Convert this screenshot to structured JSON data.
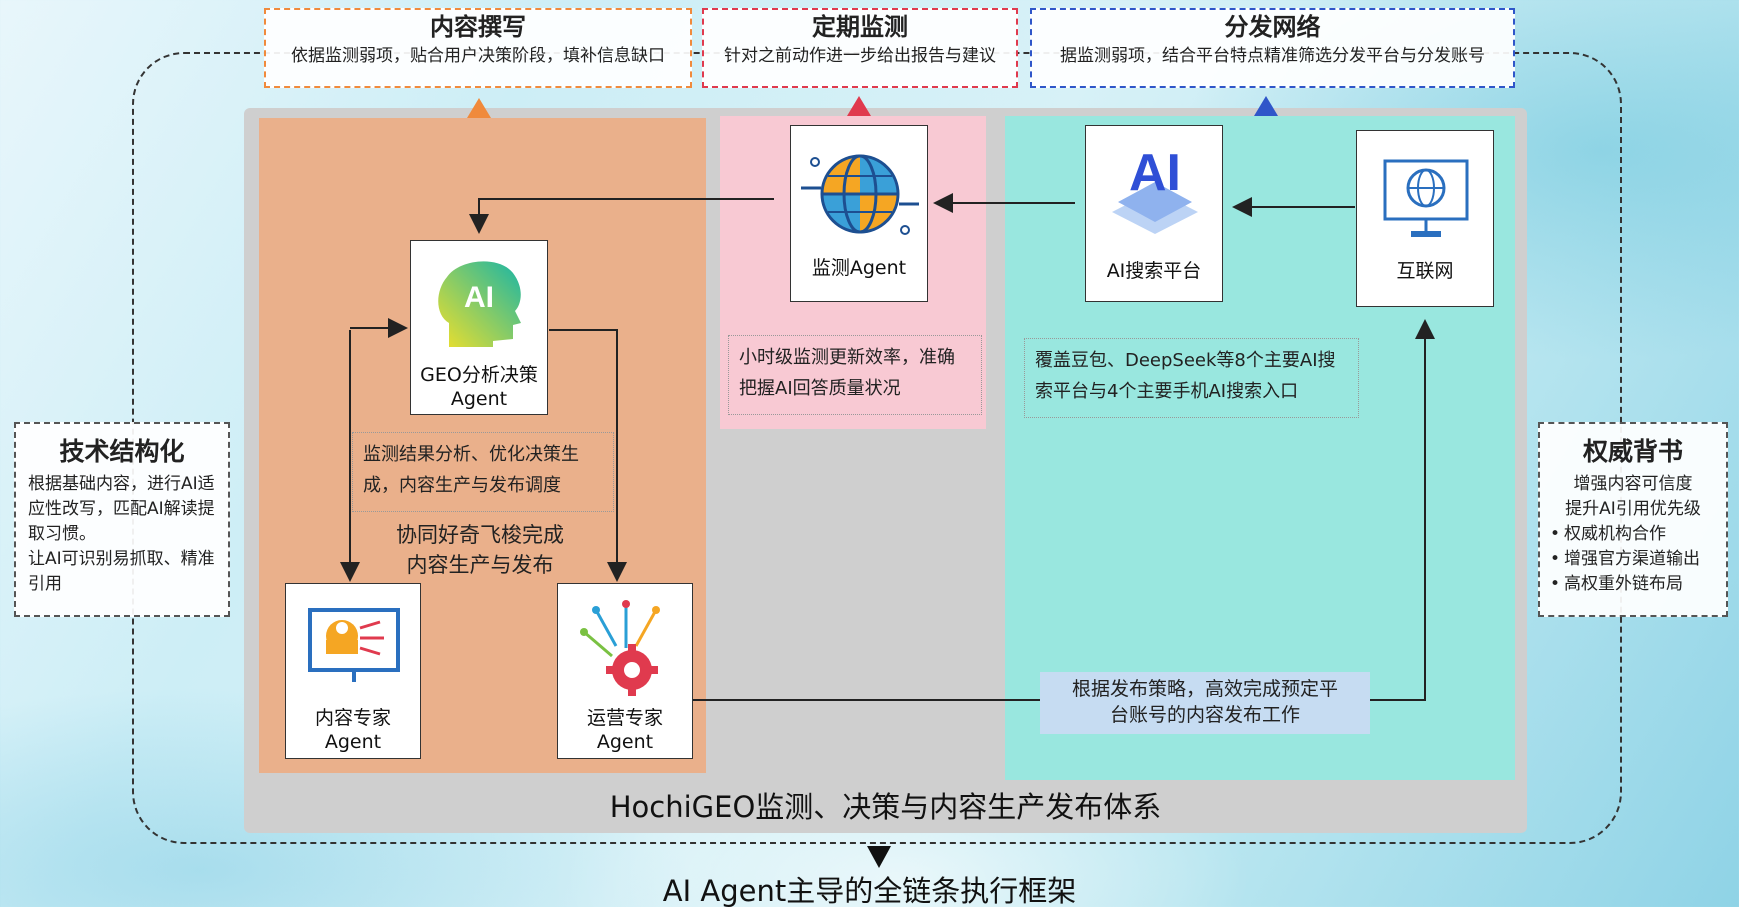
{
  "top_boxes": {
    "content": {
      "title": "内容撰写",
      "desc": "依据监测弱项，贴合用户决策阶段，填补信息缺口",
      "color": "#f08a3c"
    },
    "monitor": {
      "title": "定期监测",
      "desc": "针对之前动作进一步给出报告与建议",
      "color": "#e03a4e"
    },
    "distribution": {
      "title": "分发网络",
      "desc": "据监测弱项，结合平台特点精准筛选分发平台与分发账号",
      "color": "#2f56c9"
    }
  },
  "cards": {
    "monitor_agent": "监测Agent",
    "ai_search": "AI搜索平台",
    "internet": "互联网",
    "geo_agent_line1": "GEO分析决策",
    "geo_agent_line2": "Agent",
    "content_agent_line1": "内容专家",
    "content_agent_line2": "Agent",
    "ops_agent_line1": "运营专家",
    "ops_agent_line2": "Agent",
    "geo_icon_text": "AI",
    "ai_search_icon_text": "AI"
  },
  "notes": {
    "monitor": "小时级监测更新效率，准确把握AI回答质量状况",
    "search": "覆盖豆包、DeepSeek等8个主要AI搜索平台与4个主要手机AI搜索入口",
    "geo": "监测结果分析、优化决策生成，内容生产与发布调度",
    "collab_line1": "协同好奇飞梭完成",
    "collab_line2": "内容生产与发布",
    "publish": "根据发布策略，高效完成预定平台账号的内容发布工作"
  },
  "side_left": {
    "title": "技术结构化",
    "desc1": "根据基础内容，进行AI适应性改写，匹配AI解读提取习惯。",
    "desc2": "让AI可识别易抓取、精准引用"
  },
  "side_right": {
    "title": "权威背书",
    "line1": "增强内容可信度",
    "line2": "提升AI引用优先级",
    "items": [
      "权威机构合作",
      "增强官方渠道输出",
      "高权重外链布局"
    ]
  },
  "system_title": "HochiGEO监测、决策与内容生产发布体系",
  "framework_title": "AI Agent主导的全链条执行框架",
  "colors": {
    "orange_zone": "#eab08b",
    "pink_zone": "#f8c9d3",
    "cyan_zone": "#99e7df",
    "panel_gray": "#cfcfcf"
  }
}
